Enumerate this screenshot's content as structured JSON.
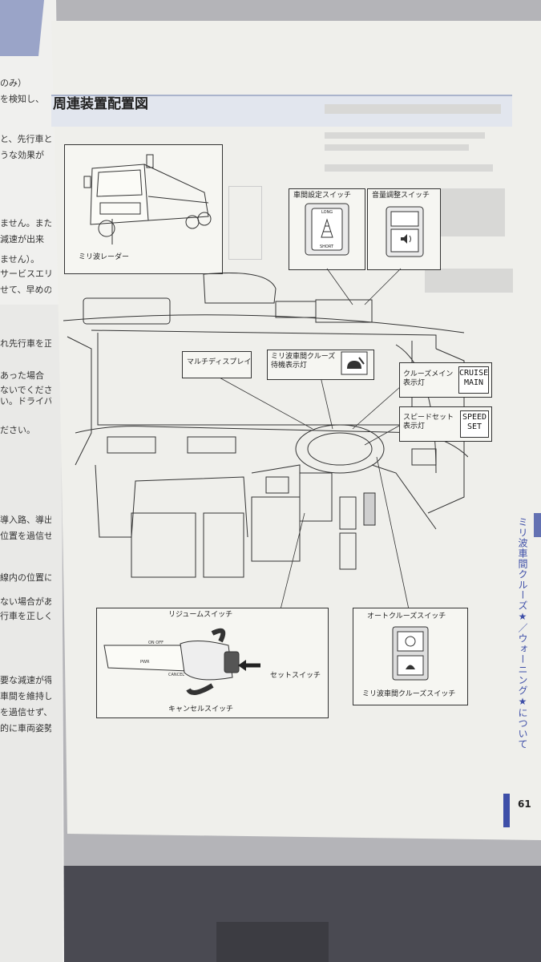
{
  "page": {
    "section_title_fragment": "周連装置配置図",
    "page_number": "61",
    "side_tab": "ミリ波車間クルーズ★／ウォーニング★について",
    "accent_color": "#4a5aa8"
  },
  "diagram": {
    "truck_caption": "ミリ波レーダー",
    "headway_switch": {
      "title": "車間設定スイッチ",
      "long": "LONG",
      "short": "SHORT"
    },
    "volume_switch": {
      "title": "音量調整スイッチ"
    },
    "multi_display": "マルチディスプレイ",
    "standby_lamp": "ミリ波車間クルーズ\n待機表示灯",
    "cruise_main_lamp": {
      "label": "クルーズメイン\n表示灯",
      "indicator": "CRUISE\nMAIN"
    },
    "speed_set_lamp": {
      "label": "スピードセット\n表示灯",
      "indicator": "SPEED\nSET"
    },
    "lever": {
      "resume": "リジュームスイッチ",
      "set": "セットスイッチ",
      "cancel": "キャンセルスイッチ"
    },
    "auto_cruise_switch": "オートクルーズスイッチ",
    "mw_cruise_switch": "ミリ波車間クルーズスイッチ"
  },
  "left_page": {
    "lines": [
      "のみ）",
      "を検知し、",
      "と、先行車と",
      "うな効果が",
      "ません。また",
      "減速が出来",
      "ません）。",
      "サービスエリ",
      "せて、早めの",
      "れ先行車を正",
      "あった場合",
      "ないでくださ",
      "い。ドライバー",
      "ださい。",
      "導入路、導出",
      "位置を過信せず",
      "線内の位置によ",
      "ない場合があります",
      "行車を正しく検",
      "要な減速が得ら",
      "車間を維持して",
      "を過信せず、安全",
      "的に車両姿勢"
    ]
  }
}
